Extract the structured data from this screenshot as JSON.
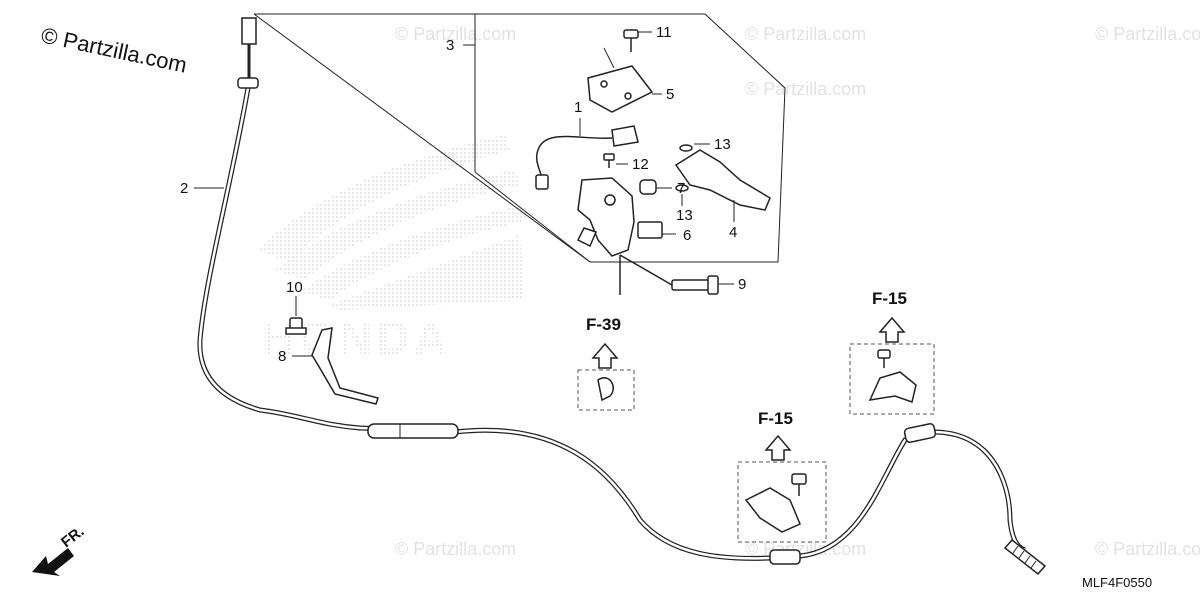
{
  "watermark": {
    "main": "© Partzilla.com",
    "faint": "© Partzilla.com"
  },
  "diagram_code": "MLF4F0550",
  "direction_label": "FR.",
  "brand_text": "HONDA",
  "callouts": {
    "c1": "1",
    "c2": "2",
    "c3": "3",
    "c4": "4",
    "c5": "5",
    "c6": "6",
    "c7": "7",
    "c8": "8",
    "c9": "9",
    "c10": "10",
    "c11": "11",
    "c12": "12",
    "c13a": "13",
    "c13b": "13"
  },
  "refs": {
    "f39": "F-39",
    "f15_upper": "F-15",
    "f15_lower": "F-15"
  }
}
